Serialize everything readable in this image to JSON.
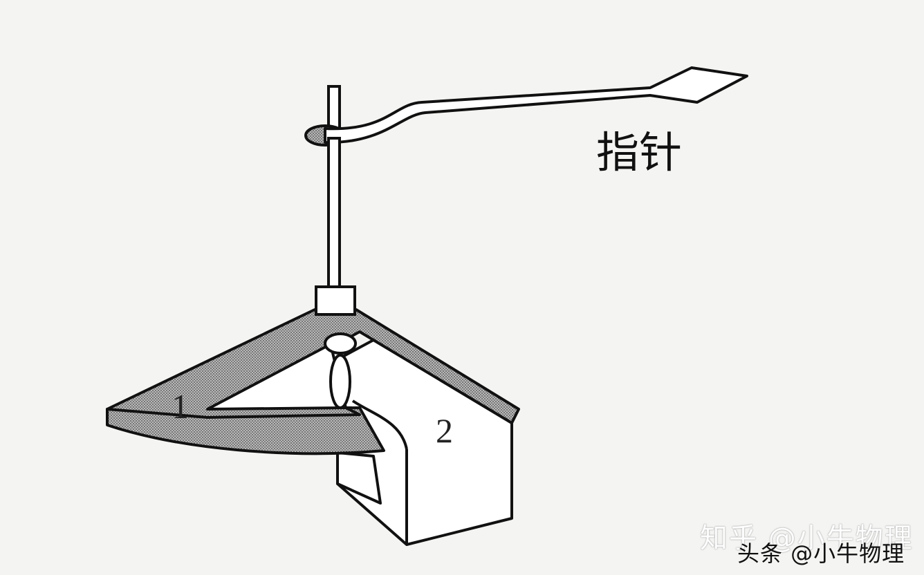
{
  "labels": {
    "pointer": "指针",
    "part1": "1",
    "part2": "2"
  },
  "watermarks": {
    "zhihu": "知乎 @小牛物理",
    "toutiao": "头条 @小牛物理"
  },
  "colors": {
    "stroke": "#111111",
    "background": "#f4f4f2",
    "dotted_fill": "#9a9a9a",
    "white_fill": "#ffffff"
  }
}
